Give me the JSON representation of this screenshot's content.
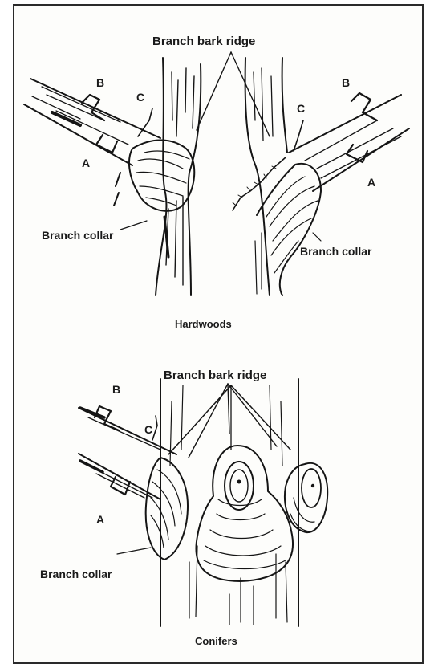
{
  "hardwoods": {
    "ridge_label": "Branch bark ridge",
    "label_b_left": "B",
    "label_c_left": "C",
    "label_a_left": "A",
    "label_b_right": "B",
    "label_c_right": "C",
    "label_a_right": "A",
    "collar_left": "Branch collar",
    "collar_right": "Branch collar",
    "caption": "Hardwoods"
  },
  "conifers": {
    "ridge_label": "Branch bark ridge",
    "label_b": "B",
    "label_c": "C",
    "label_a": "A",
    "collar": "Branch collar",
    "caption": "Conifers"
  }
}
